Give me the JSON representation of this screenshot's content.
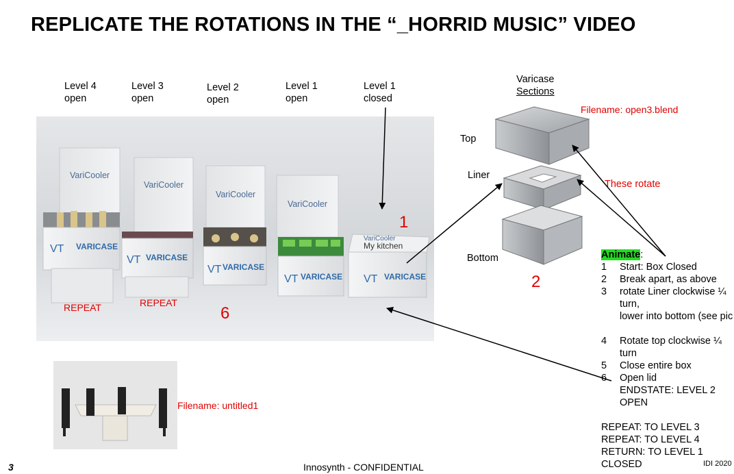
{
  "title": "REPLICATE THE ROTATIONS IN THE “_HORRID MUSIC” VIDEO",
  "levels": [
    {
      "line1": "Level 4",
      "line2": "open"
    },
    {
      "line1": "Level 3",
      "line2": "open"
    },
    {
      "line1": "Level 2",
      "line2": "open"
    },
    {
      "line1": "Level 1",
      "line2": "open"
    },
    {
      "line1": "Level 1",
      "line2": "closed"
    }
  ],
  "photo": {
    "cooler_label": "VariCooler",
    "brand": "VARICASE",
    "logo": "VT",
    "closed_lid_label": "My kitchen",
    "repeat_1": "REPEAT",
    "repeat_2": "REPEAT",
    "num_6": "6",
    "num_1": "1"
  },
  "sections": {
    "heading_line1": "Varicase",
    "heading_line2": "Sections",
    "top": "Top",
    "liner": "Liner",
    "bottom": "Bottom",
    "filename": "Filename: open3.blend",
    "rotate_note": "These rotate",
    "num_2": "2"
  },
  "animate": {
    "label": "Animate",
    "colon": ":",
    "steps": [
      {
        "n": "1",
        "text": "Start:  Box Closed"
      },
      {
        "n": "2",
        "text": "Break apart, as above"
      },
      {
        "n": "3",
        "text": "rotate Liner clockwise ¼"
      },
      {
        "n": "",
        "text": "turn,"
      },
      {
        "n": "",
        "text": "lower into bottom (see pic"
      },
      {
        "n": "",
        "text": ""
      },
      {
        "n": "4",
        "text": "Rotate top clockwise ¼"
      },
      {
        "n": "",
        "text": "turn"
      },
      {
        "n": "5",
        "text": "Close entire box"
      },
      {
        "n": "6",
        "text": "Open lid"
      },
      {
        "n": "",
        "text": "ENDSTATE: LEVEL 2"
      },
      {
        "n": "",
        "text": "OPEN"
      }
    ],
    "repeat_lines": [
      "REPEAT: TO LEVEL 3",
      "REPEAT: TO LEVEL 4",
      "RETURN: TO LEVEL 1",
      "CLOSED"
    ]
  },
  "thumbnail": {
    "filename": "Filename: untitled1"
  },
  "footer": {
    "page_number": "3",
    "confidential": "Innosynth - CONFIDENTIAL",
    "right": "IDI 2020"
  },
  "colors": {
    "red": "#e00000",
    "highlight": "#22dd22"
  }
}
